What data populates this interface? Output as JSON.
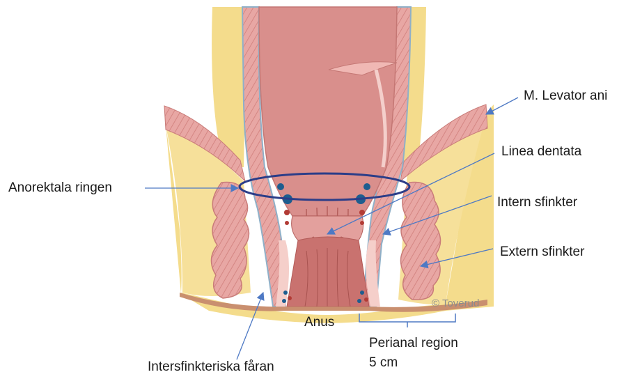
{
  "labels": {
    "levator": "M. Levator ani",
    "linea": "Linea dentata",
    "intern": "Intern sfinkter",
    "extern": "Extern sfinkter",
    "ringen": "Anorektala ringen",
    "anus": "Anus",
    "perianal": "Perianal region",
    "perianal_size": "5 cm",
    "intersfinkteriska": "Intersfinkteriska fåran"
  },
  "credit": "© Toverud",
  "colors": {
    "fat": "#f4dc8c",
    "muscle": "#e6a2a0",
    "mucosa": "#d98f8c",
    "arrow": "#4e79c4",
    "ring": "#2b3d88"
  }
}
